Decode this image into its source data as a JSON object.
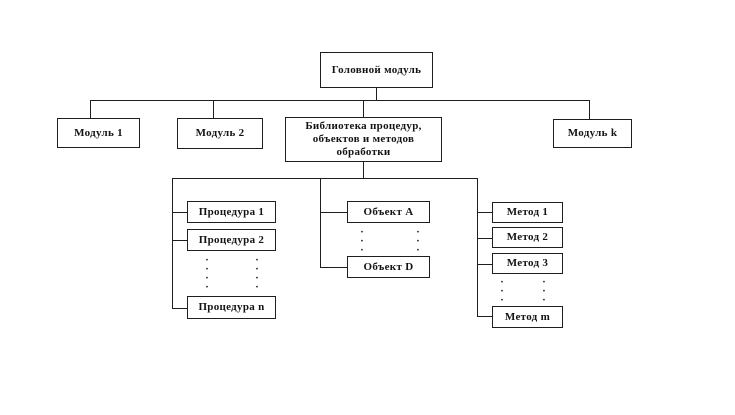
{
  "diagram": {
    "type": "hierarchy-flowchart",
    "language": "ru",
    "colors": {
      "background": "#ffffff",
      "line": "#1e1e1e",
      "text": "#141414",
      "node_fill": "#ffffff"
    },
    "nodes": {
      "main": {
        "label": "Головной модуль"
      },
      "module1": {
        "label": "Модуль 1"
      },
      "module2": {
        "label": "Модуль 2"
      },
      "library": {
        "label": "Библиотека процедур, объектов и методов обработки"
      },
      "modulek": {
        "label": "Модуль k"
      },
      "procedure1": {
        "label": "Процедура 1"
      },
      "procedure2": {
        "label": "Процедура 2"
      },
      "proceduren": {
        "label": "Процедура n"
      },
      "objectA": {
        "label": "Объект A"
      },
      "objectD": {
        "label": "Объект D"
      },
      "method1": {
        "label": "Метод 1"
      },
      "method2": {
        "label": "Метод 2"
      },
      "method3": {
        "label": "Метод 3"
      },
      "methodm": {
        "label": "Метод m"
      }
    },
    "edges": [
      [
        "main",
        "module1"
      ],
      [
        "main",
        "module2"
      ],
      [
        "main",
        "library"
      ],
      [
        "main",
        "modulek"
      ],
      [
        "library",
        "procedure1"
      ],
      [
        "library",
        "procedure2"
      ],
      [
        "library",
        "proceduren"
      ],
      [
        "library",
        "objectA"
      ],
      [
        "library",
        "objectD"
      ],
      [
        "library",
        "method1"
      ],
      [
        "library",
        "method2"
      ],
      [
        "library",
        "method3"
      ],
      [
        "library",
        "methodm"
      ]
    ],
    "ellipsis": {
      "column": "·\n·\n·\n·"
    }
  }
}
